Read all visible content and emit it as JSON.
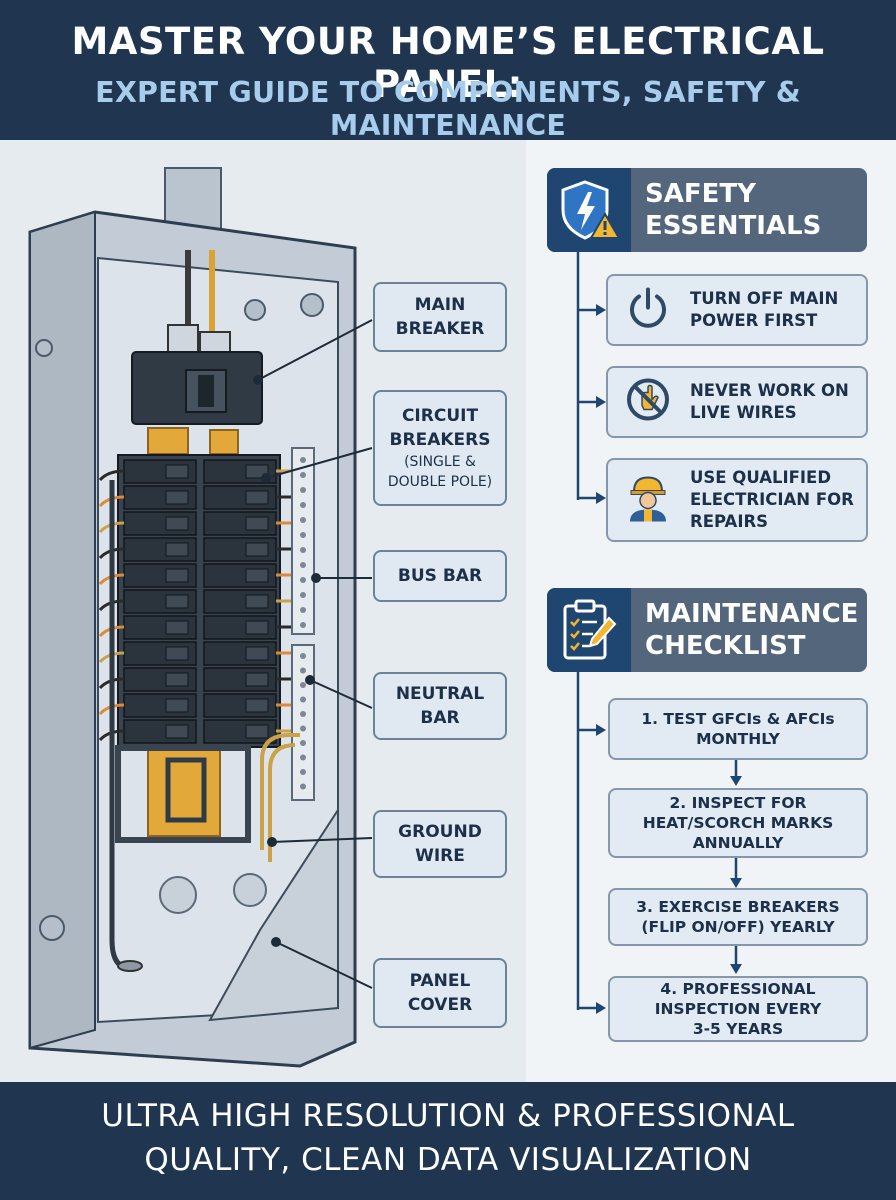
{
  "header": {
    "title": "MASTER YOUR HOME’S ELECTRICAL PANEL:",
    "subtitle": "EXPERT GUIDE TO COMPONENTS, SAFETY & MAINTENANCE"
  },
  "components": [
    {
      "lines": [
        "MAIN",
        "BREAKER"
      ],
      "icon": "main-breaker"
    },
    {
      "lines": [
        "CIRCUIT",
        "BREAKERS"
      ],
      "sub": [
        "(SINGLE &",
        "DOUBLE POLE)"
      ]
    },
    {
      "lines": [
        "BUS BAR"
      ]
    },
    {
      "lines": [
        "NEUTRAL",
        "BAR"
      ]
    },
    {
      "lines": [
        "GROUND",
        "WIRE"
      ]
    },
    {
      "lines": [
        "PANEL",
        "COVER"
      ]
    }
  ],
  "safety": {
    "title_lines": [
      "SAFETY",
      "ESSENTIALS"
    ],
    "icon": "shield-lightning-icon",
    "items": [
      {
        "lines": [
          "TURN OFF MAIN",
          "POWER FIRST"
        ],
        "icon": "power-icon"
      },
      {
        "lines": [
          "NEVER WORK ON",
          "LIVE WIRES"
        ],
        "icon": "no-touch-icon"
      },
      {
        "lines": [
          "USE QUALIFIED",
          "ELECTRICIAN FOR",
          "REPAIRS"
        ],
        "icon": "electrician-icon"
      }
    ]
  },
  "maintenance": {
    "title_lines": [
      "MAINTENANCE",
      "CHECKLIST"
    ],
    "icon": "clipboard-icon",
    "items": [
      {
        "lines": [
          "1. TEST GFCIs & AFCIs",
          "MONTHLY"
        ]
      },
      {
        "lines": [
          "2. INSPECT FOR",
          "HEAT/SCORCH MARKS",
          "ANNUALLY"
        ]
      },
      {
        "lines": [
          "3. EXERCISE BREAKERS",
          "(FLIP ON/OFF) YEARLY"
        ]
      },
      {
        "lines": [
          "4. PROFESSIONAL",
          "INSPECTION EVERY",
          "3-5 YEARS"
        ]
      }
    ]
  },
  "footer": {
    "line1": "ULTRA HIGH RESOLUTION & PROFESSIONAL",
    "line2": "QUALITY, CLEAN DATA VISUALIZATION"
  },
  "colors": {
    "navy": "#1f3550",
    "accent_blue": "#a7ccec",
    "copper": "#e2a93a",
    "warning": "#f2b630"
  }
}
